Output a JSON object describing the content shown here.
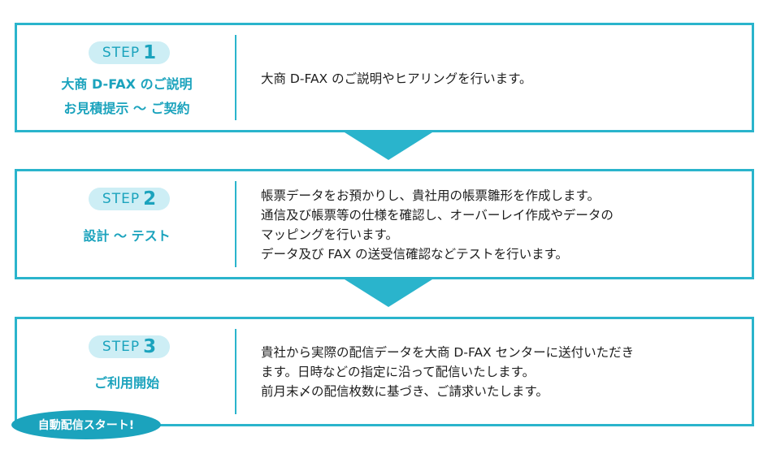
{
  "steps": [
    {
      "label": "STEP",
      "number": "1",
      "title_lines": [
        "大商 D-FAX のご説明",
        "お見積提示 ～ ご契約"
      ],
      "desc_lines": [
        "大商 D-FAX のご説明やヒアリングを行います。"
      ]
    },
    {
      "label": "STEP",
      "number": "2",
      "title_lines": [
        "設計 ～ テスト"
      ],
      "desc_lines": [
        "帳票データをお預かりし、貴社用の帳票雛形を作成します。",
        "通信及び帳票等の仕様を確認し、オーバーレイ作成やデータの",
        "マッピングを行います。",
        "データ及び FAX の送受信確認などテストを行います。"
      ]
    },
    {
      "label": "STEP",
      "number": "3",
      "title_lines": [
        "ご利用開始"
      ],
      "desc_lines": [
        "貴社から実際の配信データを大商 D-FAX センターに送付いただき",
        "ます。日時などの指定に沿って配信いたします。",
        "前月末〆の配信枚数に基づき、ご請求いたします。"
      ]
    }
  ],
  "badge": "自動配信スタート!",
  "colors": {
    "accent": "#2ab4cc",
    "pill_bg": "#cdeef5",
    "text_accent": "#1ba3bd"
  }
}
